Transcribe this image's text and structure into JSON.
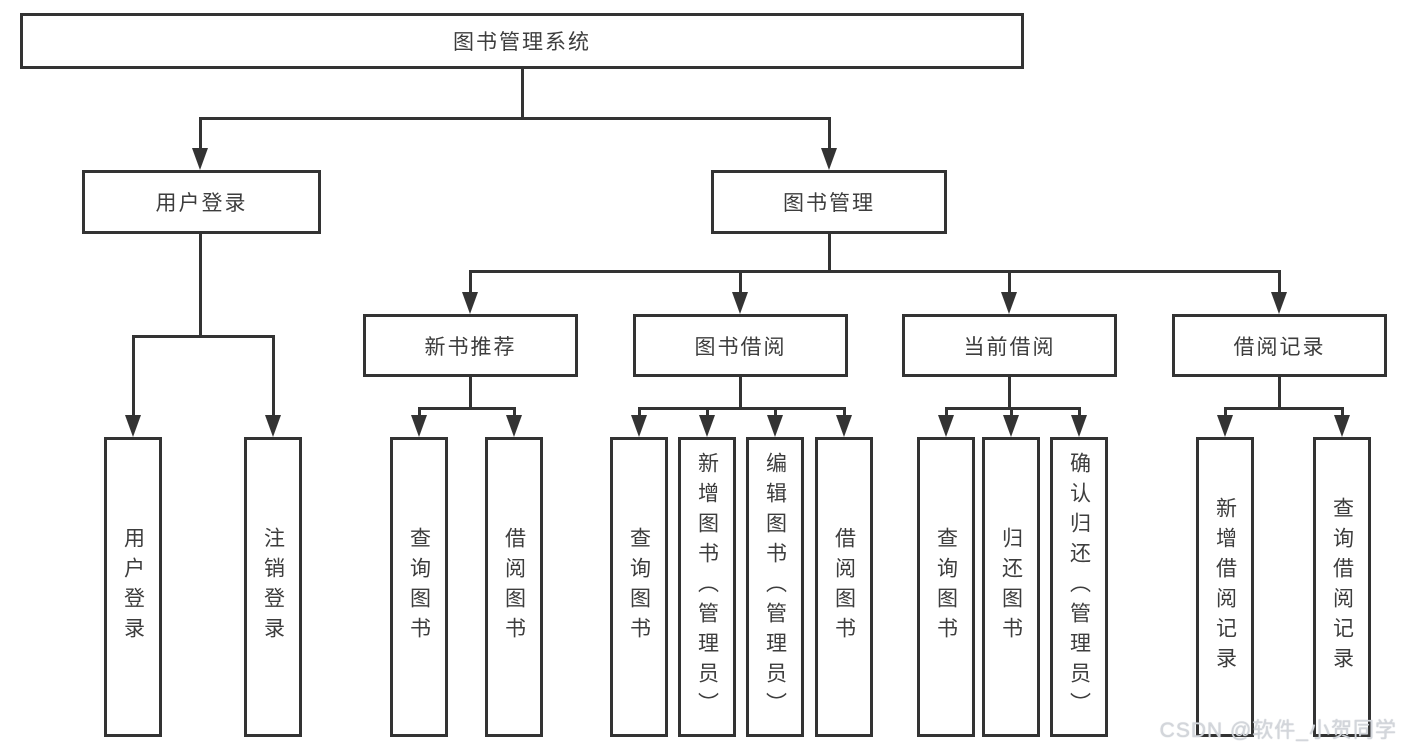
{
  "diagram": {
    "root": {
      "label": "图书管理系统"
    },
    "branches": [
      {
        "label": "用户登录",
        "children": [
          {
            "label": "用户登录"
          },
          {
            "label": "注销登录"
          }
        ]
      },
      {
        "label": "图书管理",
        "children": [
          {
            "label": "新书推荐",
            "children": [
              {
                "label": "查询图书"
              },
              {
                "label": "借阅图书"
              }
            ]
          },
          {
            "label": "图书借阅",
            "children": [
              {
                "label": "查询图书"
              },
              {
                "label": "新增图书（管理员）"
              },
              {
                "label": "编辑图书（管理员）"
              },
              {
                "label": "借阅图书"
              }
            ]
          },
          {
            "label": "当前借阅",
            "children": [
              {
                "label": "查询图书"
              },
              {
                "label": "归还图书"
              },
              {
                "label": "确认归还（管理员）"
              }
            ]
          },
          {
            "label": "借阅记录",
            "children": [
              {
                "label": "新增借阅记录"
              },
              {
                "label": "查询借阅记录"
              }
            ]
          }
        ]
      }
    ]
  },
  "watermark": {
    "text": "CSDN @软件_小贺同学"
  },
  "colors": {
    "line": "#333333",
    "text": "#3d3d3d",
    "background": "#ffffff",
    "watermark": "#d3d6db"
  }
}
